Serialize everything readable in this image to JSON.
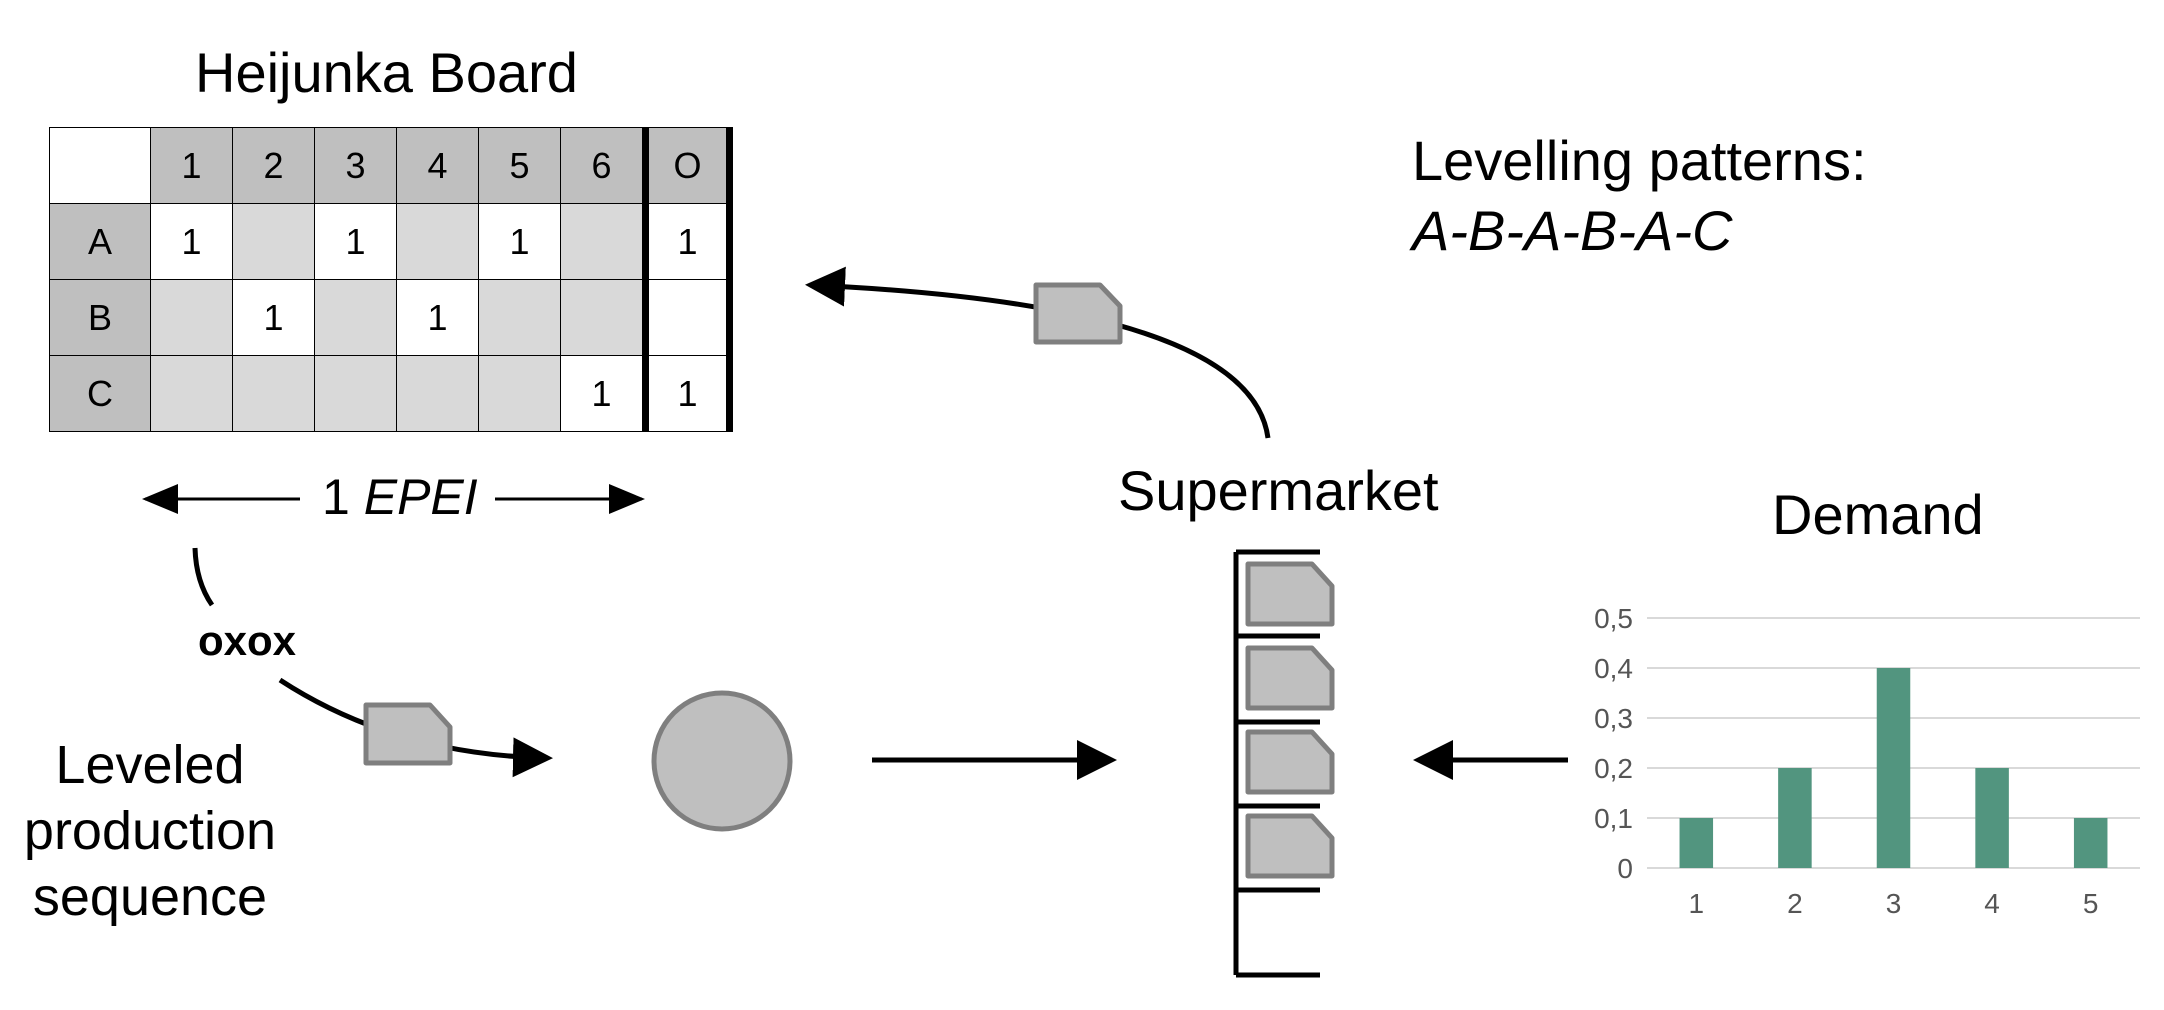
{
  "board": {
    "title": "Heijunka Board",
    "columns": [
      "1",
      "2",
      "3",
      "4",
      "5",
      "6",
      "O"
    ],
    "rows": [
      {
        "label": "A",
        "cells": [
          "1",
          "",
          "1",
          "",
          "1",
          "",
          "1"
        ]
      },
      {
        "label": "B",
        "cells": [
          "",
          "1",
          "",
          "1",
          "",
          "",
          ""
        ]
      },
      {
        "label": "C",
        "cells": [
          "",
          "",
          "",
          "",
          "",
          "1",
          "1"
        ]
      }
    ]
  },
  "epei": {
    "number": "1",
    "label": "EPEI"
  },
  "levelling": {
    "heading": "Levelling patterns:",
    "sequence": "A-B-A-B-A-C"
  },
  "oxox_label": "oxox",
  "leveled_label": [
    "Leveled",
    "production",
    "sequence"
  ],
  "supermarket_label": "Supermarket",
  "demand_title": "Demand",
  "colors": {
    "bar": "#52957f",
    "card": "#bfbfbf",
    "card_border": "#7f7f7f",
    "empty_cell": "#d9d9d9",
    "header_cell": "#bfbfbf"
  },
  "chart_data": {
    "type": "bar",
    "categories": [
      "1",
      "2",
      "3",
      "4",
      "5"
    ],
    "values": [
      0.1,
      0.2,
      0.4,
      0.2,
      0.1
    ],
    "title": "Demand",
    "xlabel": "",
    "ylabel": "",
    "ylim": [
      0,
      0.5
    ],
    "yticks": [
      "0",
      "0,1",
      "0,2",
      "0,3",
      "0,4",
      "0,5"
    ],
    "grid": true
  }
}
